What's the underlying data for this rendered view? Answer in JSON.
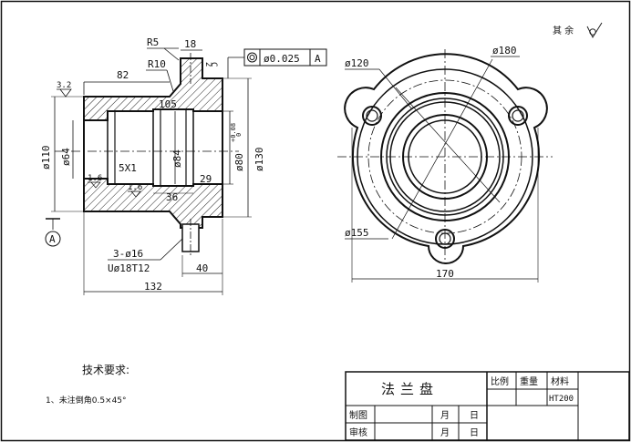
{
  "roughness_other": "其 余",
  "dims_left": {
    "r5": "R5",
    "r10": "R10",
    "d18": "18",
    "d2": "2",
    "c1": "C",
    "d82": "82",
    "rough32": "3.2",
    "d105": "105",
    "d110": "ø110",
    "d64": "ø64",
    "t5x1": "5X1",
    "d84": "ø84",
    "d80": "ø80",
    "tol_up": "+0.08",
    "tol_lo": "0",
    "d130": "ø130",
    "d29": "29",
    "d36": "36",
    "rough16a": "1.6",
    "rough16b": "1.6",
    "holes": "3-ø16",
    "cbore": "Uø18T12",
    "d40": "40",
    "d132": "132",
    "datum": "A"
  },
  "tolerance_frame": {
    "value": "ø0.025",
    "datum": "A"
  },
  "dims_right": {
    "d120": "ø120",
    "d180": "ø180",
    "d155": "ø155",
    "d170": "170"
  },
  "tech": {
    "title": "技术要求:",
    "note1": "1、未注倒角0.5×45°"
  },
  "title_block": {
    "part_name": "法兰盘",
    "scale": "比例",
    "weight": "重量",
    "material": "材料",
    "material_value": "HT200",
    "drawn": "制图",
    "checked": "审核",
    "month": "月",
    "day": "日"
  }
}
